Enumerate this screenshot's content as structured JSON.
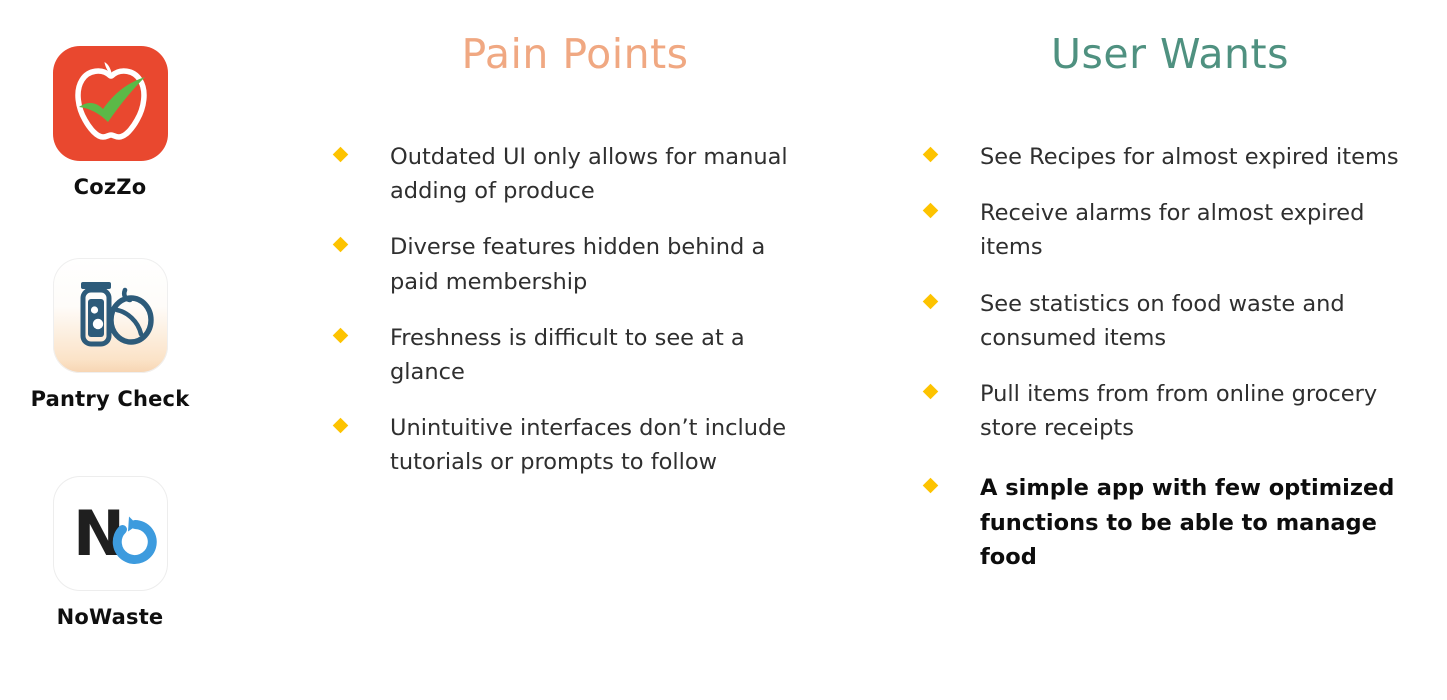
{
  "apps": [
    {
      "name": "CozZo",
      "icon": "cozzo-apple-icon",
      "icon_colors": {
        "background": "#e9482f",
        "apple_outline": "#ffffff",
        "leaf": "#5bb947"
      }
    },
    {
      "name": "Pantry Check",
      "icon": "pantry-jar-icon",
      "icon_colors": {
        "background_top": "#ffffff",
        "background_bottom": "#f7d5b2",
        "glyph": "#2d5b7a"
      }
    },
    {
      "name": "NoWaste",
      "icon": "nowaste-n-o-icon",
      "icon_colors": {
        "background": "#ffffff",
        "letter_n": "#1f1f1f",
        "arrow_o": "#3d9bde"
      }
    }
  ],
  "columns": [
    {
      "id": "pain-points",
      "heading": "Pain Points",
      "heading_color": "#f0a882",
      "bullets": [
        {
          "text": "Outdated UI only allows for manual adding of produce",
          "bold": false
        },
        {
          "text": "Diverse features hidden behind a paid membership",
          "bold": false
        },
        {
          "text": "Freshness is difficult to see at a glance",
          "bold": false
        },
        {
          "text": "Unintuitive interfaces don’t include tutorials or prompts to follow",
          "bold": false
        }
      ]
    },
    {
      "id": "user-wants",
      "heading": "User Wants",
      "heading_color": "#4f9180",
      "bullets": [
        {
          "text": "See Recipes for almost expired items",
          "bold": false
        },
        {
          "text": "Receive alarms for almost expired items",
          "bold": false
        },
        {
          "text": "See statistics on food waste and consumed items",
          "bold": false
        },
        {
          "text": "Pull items from from online grocery store receipts",
          "bold": false
        },
        {
          "text": "A simple app with few optimized functions to be able to manage food",
          "bold": true
        }
      ]
    }
  ],
  "theme": {
    "background": "#ffffff",
    "bullet_marker_color": "#fdc300",
    "body_text_color": "#2f2f2f"
  }
}
